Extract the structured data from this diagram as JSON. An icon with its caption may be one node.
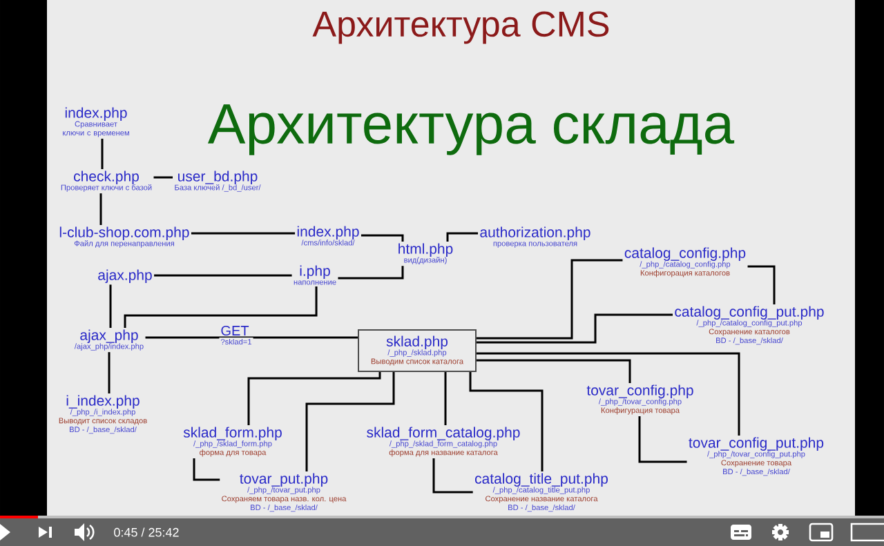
{
  "diagram": {
    "title": "Архитектура CMS",
    "nodes": [
      {
        "text": [
          "index.php",
          "Сравнивает ключи с временем"
        ]
      },
      {
        "text": [
          "check.php",
          "Проверяет ключи с базой"
        ]
      },
      {
        "text": [
          "user_bd.php",
          "База ключей /_bd_/user/"
        ]
      },
      {
        "text": [
          "l-club-shop.com.php",
          "Файл для перенаправления"
        ]
      },
      {
        "text": [
          "index.php",
          "/cms/info/sklad/"
        ]
      },
      {
        "text": [
          "html.php",
          "вид(дизайн)"
        ]
      },
      {
        "text": [
          "authorization.php",
          "проверка пользователя"
        ]
      },
      {
        "text": [
          "ajax.php"
        ]
      },
      {
        "text": [
          "i.php",
          "наполнение"
        ]
      },
      {
        "text": [
          "catalog_config.php",
          "/_php_/catalog_config.php",
          "Конфигорация каталогов"
        ]
      },
      {
        "text": [
          "catalog_config_put.php",
          "/_php_/catalog_config_put.php",
          "Сохранение каталогов",
          "BD - /_base_/sklad/"
        ]
      },
      {
        "text": [
          "ajax_php",
          "/ajax_php/index.php"
        ]
      },
      {
        "text": [
          "sklad.php",
          "/_php_/sklad.php",
          "Выводим список каталога"
        ]
      },
      {
        "text": [
          "tovar_config.php",
          "/_php_/tovar_config.php",
          "Конфигурация товара"
        ]
      },
      {
        "text": [
          "i_index.php",
          "/_php_/i_index.php",
          "Выводит список складов",
          "BD - /_base_/sklad/"
        ]
      },
      {
        "text": [
          "sklad_form.php",
          "/_php_/sklad_form.php",
          "форма для товара"
        ]
      },
      {
        "text": [
          "sklad_form_catalog.php",
          "/_php_/sklad_form_catalog.php",
          "форма для название каталога"
        ]
      },
      {
        "text": [
          "tovar_config_put.php",
          "/_php_/tovar_config_put.php",
          "Сохранение товара",
          "BD - /_base_/sklad/"
        ]
      },
      {
        "text": [
          "tovar_put.php",
          "/_php_/tovar_put.php",
          "Сохраняем товара назв. кол. цена",
          "BD - /_base_/sklad/"
        ]
      },
      {
        "text": [
          "catalog_title_put.php",
          "/_php_/catalog_title_put.php",
          "Сохранение название каталога",
          "BD - /_base_/sklad/"
        ]
      }
    ],
    "edges": [
      {
        "from": 0,
        "to": 1,
        "arrow": "none"
      },
      {
        "from": 1,
        "to": 2,
        "arrow": "none"
      },
      {
        "from": 1,
        "to": 3,
        "arrow": "none"
      },
      {
        "from": 3,
        "to": 4,
        "arrow": "none"
      },
      {
        "from": 4,
        "to": 5,
        "arrow": "none"
      },
      {
        "from": 8,
        "to": 5,
        "arrow": "none"
      },
      {
        "from": 6,
        "to": 5,
        "arrow": "none"
      },
      {
        "from": 7,
        "to": 8,
        "arrow": "none"
      },
      {
        "from": 7,
        "to": 11,
        "arrow": "none"
      },
      {
        "from": 8,
        "to": 11,
        "arrow": "none"
      },
      {
        "from": 11,
        "to": 12,
        "arrow": "none",
        "label": "GET"
      },
      {
        "from": 11,
        "to": 14,
        "arrow": "none"
      },
      {
        "from": 12,
        "to": 9,
        "arrow": "none"
      },
      {
        "from": 12,
        "to": 10,
        "arrow": "none"
      },
      {
        "from": 12,
        "to": 13,
        "arrow": "none"
      },
      {
        "from": 12,
        "to": 17,
        "arrow": "none"
      },
      {
        "from": 12,
        "to": 15,
        "arrow": "none"
      },
      {
        "from": 12,
        "to": 18,
        "arrow": "none"
      },
      {
        "from": 12,
        "to": 16,
        "arrow": "none"
      },
      {
        "from": 12,
        "to": 19,
        "arrow": "none"
      },
      {
        "from": 9,
        "to": 10,
        "arrow": "none"
      },
      {
        "from": 15,
        "to": 18,
        "arrow": "none"
      },
      {
        "from": 16,
        "to": 19,
        "arrow": "none"
      },
      {
        "from": 13,
        "to": 17,
        "arrow": "none"
      }
    ],
    "labels": [
      "Архитектура склада",
      "?sklad=1",
      "0:45 / 25:42"
    ]
  }
}
